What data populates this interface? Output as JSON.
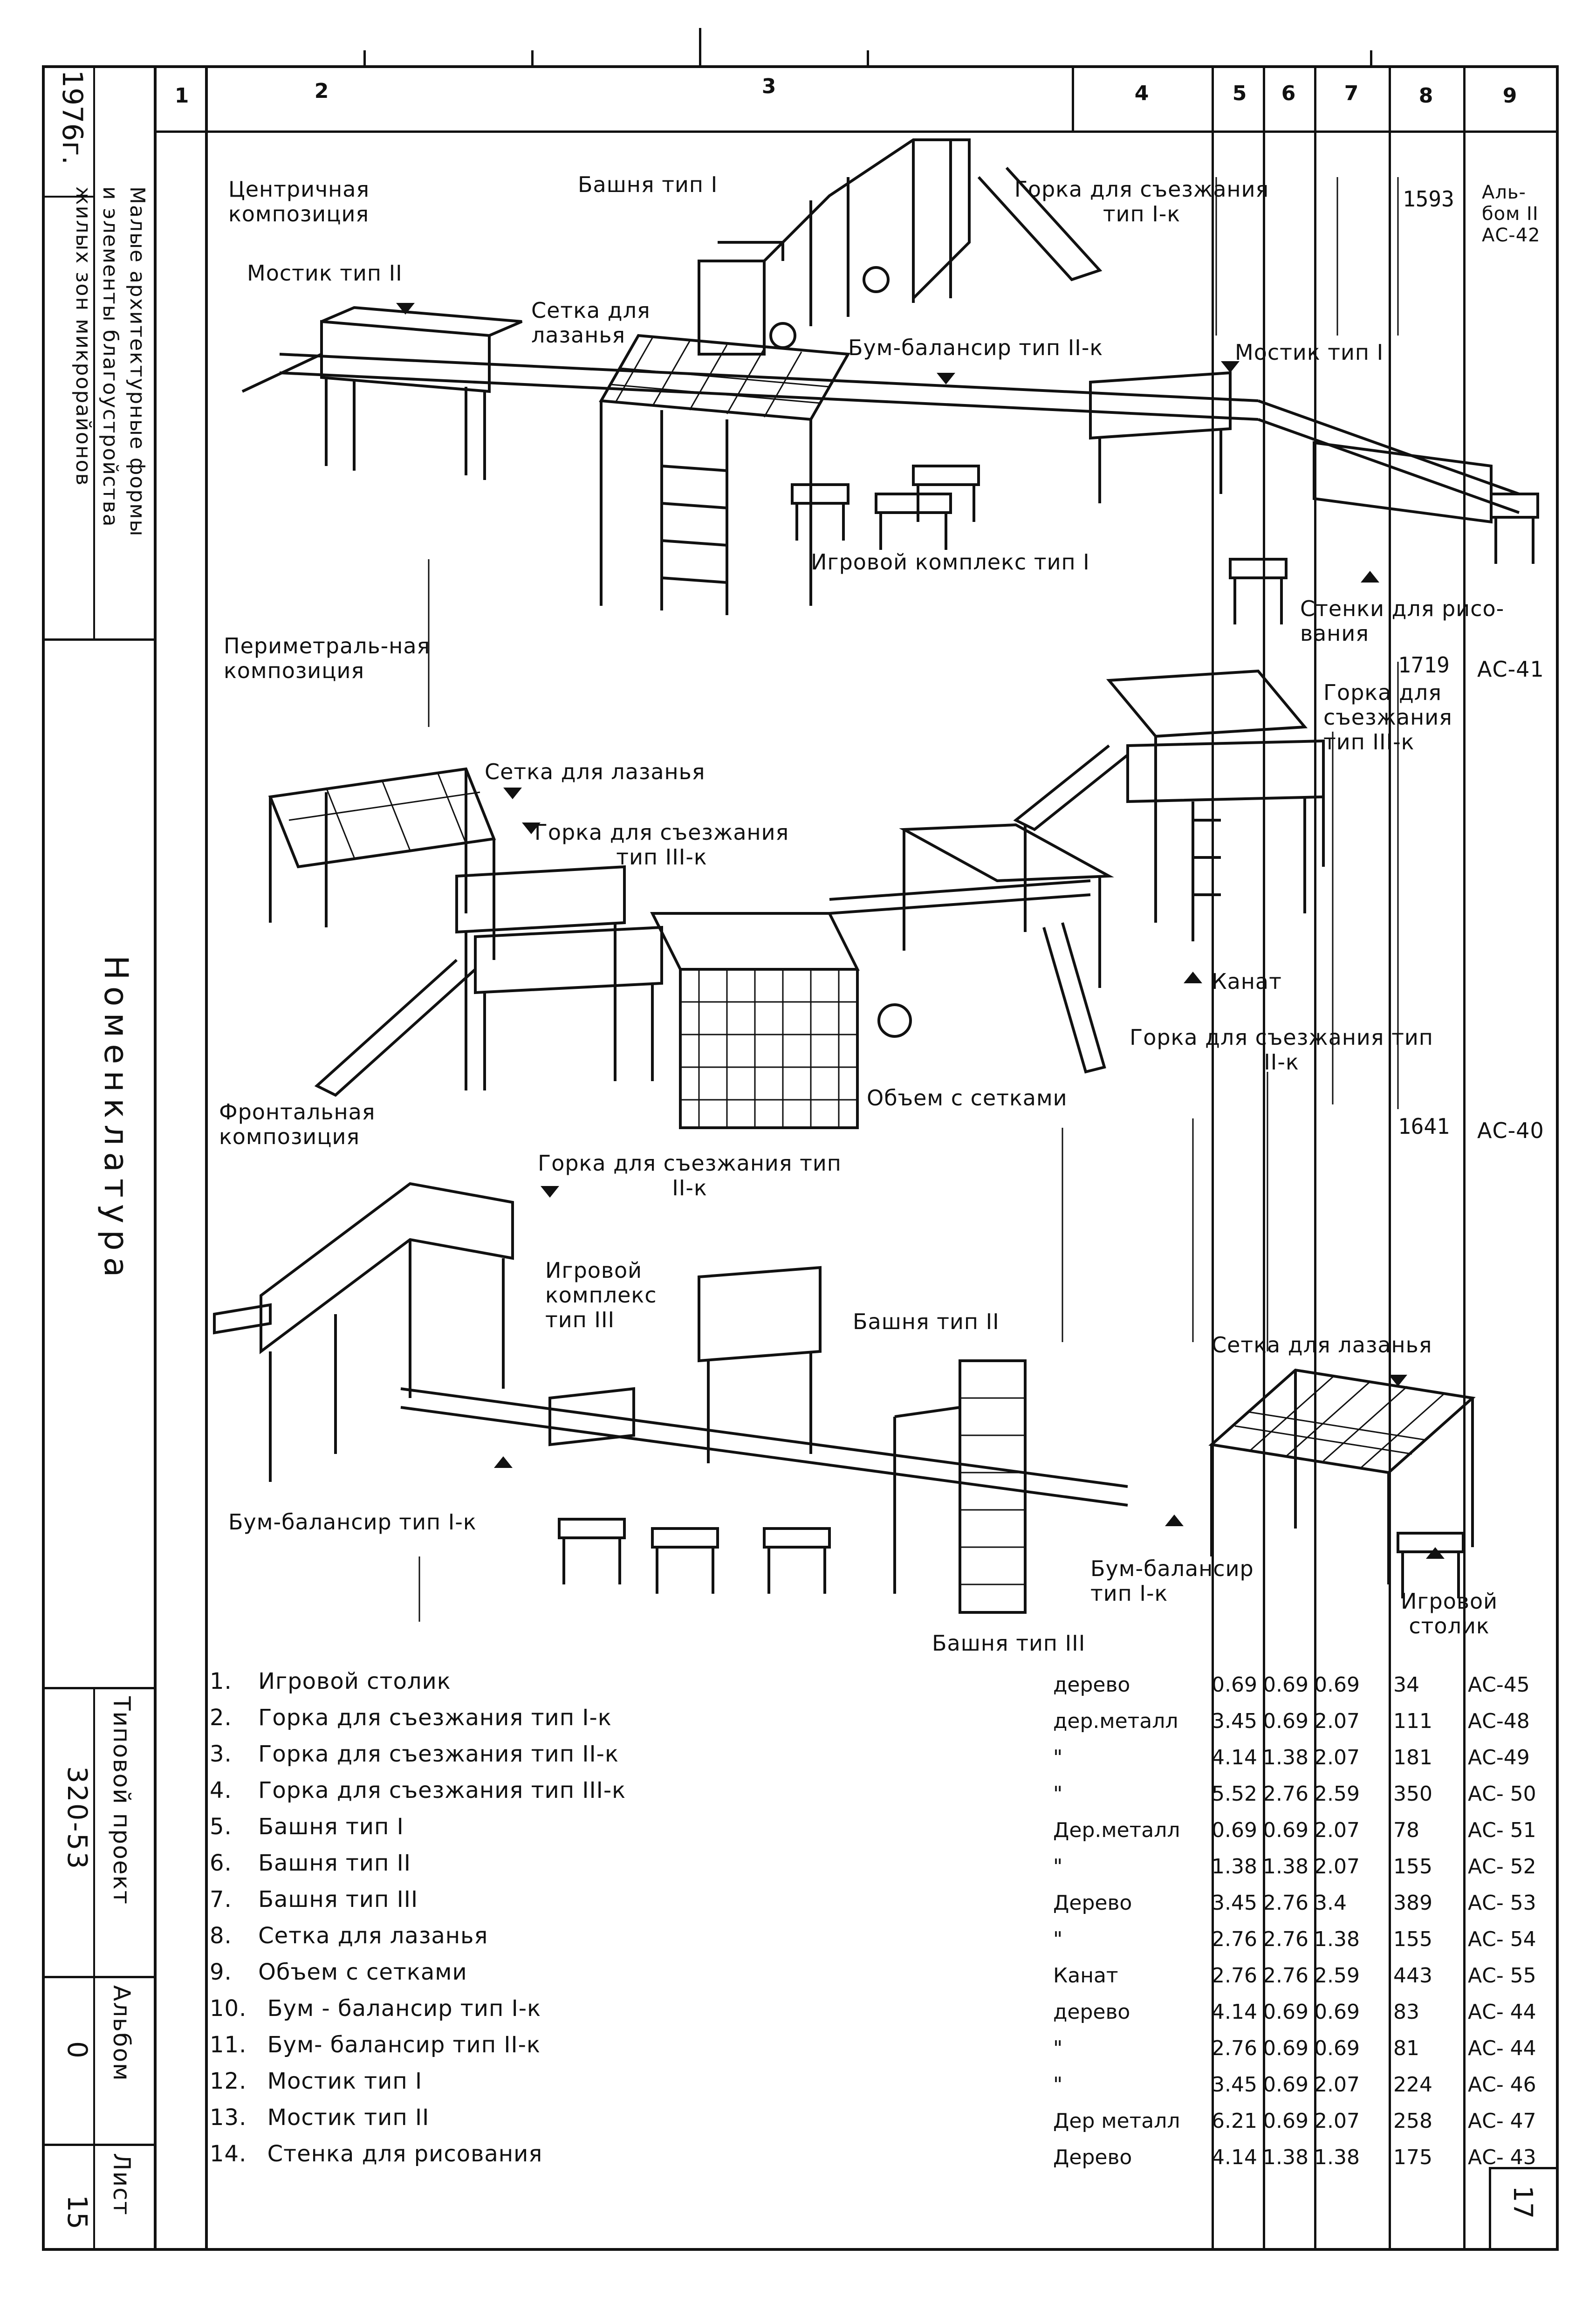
{
  "header": {
    "columns": [
      "1",
      "2",
      "3",
      "4",
      "5",
      "6",
      "7",
      "8",
      "9"
    ]
  },
  "sidebar": {
    "year": "1976г.",
    "title_lines": [
      "Малые архитектурные формы",
      "и элементы благоустройства",
      "жилых зон микрорайонов"
    ],
    "section": "Номенклатура",
    "project_label": "Типовой проект",
    "project_number": "320-53",
    "album_label": "Альбом",
    "album_value": "0",
    "sheet_label": "Лист",
    "sheet_value": "15"
  },
  "compositions": [
    {
      "label": "Центричная композиция",
      "col8": "1593",
      "col9": "Аль-бом II АС-42",
      "annotations": [
        "Башня тип I",
        "Горка для съезжания тип I-к",
        "Мостик тип II",
        "Сетка для лазанья",
        "Бум-балансир тип II-к",
        "Мостик тип I",
        "Игровой комплекс тип I",
        "Стенки для рисо-вания"
      ]
    },
    {
      "label": "Периметраль-ная композиция",
      "col8": "1719",
      "col9": "АС-41",
      "annotations": [
        "Сетка для лазанья",
        "Горка для съезжания тип III-к",
        "Горка для съезжания тип III-к",
        "Канат",
        "Горка для съезжания тип II-к",
        "Объем с сетками"
      ]
    },
    {
      "label": "Фронтальная композиция",
      "col8": "1641",
      "col9": "АС-40",
      "annotations": [
        "Горка для съезжания тип II-к",
        "Игровой комплекс тип III",
        "Башня тип II",
        "Сетка для лазанья",
        "Бум-балансир тип I-к",
        "Бум-балансир тип I-к",
        "Игровой столик",
        "Башня тип III"
      ]
    }
  ],
  "legend": [
    {
      "n": "1.",
      "name": "Игровой столик",
      "material": "дерево",
      "c5": "0.69",
      "c6": "0.69",
      "c7": "0.69",
      "c8": "34",
      "c9": "АС-45"
    },
    {
      "n": "2.",
      "name": "Горка для съезжания  тип I-к",
      "material": "дер.металл",
      "c5": "3.45",
      "c6": "0.69",
      "c7": "2.07",
      "c8": "111",
      "c9": "АС-48"
    },
    {
      "n": "3.",
      "name": "Горка для съезжания  тип II-к",
      "material": "\"",
      "c5": "4.14",
      "c6": "1.38",
      "c7": "2.07",
      "c8": "181",
      "c9": "АС-49"
    },
    {
      "n": "4.",
      "name": "Горка для съезжания  тип III-к",
      "material": "\"",
      "c5": "5.52",
      "c6": "2.76",
      "c7": "2.59",
      "c8": "350",
      "c9": "АС- 50"
    },
    {
      "n": "5.",
      "name": "Башня тип I",
      "material": "Дер.металл",
      "c5": "0.69",
      "c6": "0.69",
      "c7": "2.07",
      "c8": "78",
      "c9": "АС- 51"
    },
    {
      "n": "6.",
      "name": "Башня тип II",
      "material": "\"",
      "c5": "1.38",
      "c6": "1.38",
      "c7": "2.07",
      "c8": "155",
      "c9": "АС- 52"
    },
    {
      "n": "7.",
      "name": "Башня тип III",
      "material": "Дерево",
      "c5": "3.45",
      "c6": "2.76",
      "c7": "3.4",
      "c8": "389",
      "c9": "АС- 53"
    },
    {
      "n": "8.",
      "name": "Сетка для лазанья",
      "material": "\"",
      "c5": "2.76",
      "c6": "2.76",
      "c7": "1.38",
      "c8": "155",
      "c9": "АС- 54"
    },
    {
      "n": "9.",
      "name": "Объем с сетками",
      "material": "Канат",
      "c5": "2.76",
      "c6": "2.76",
      "c7": "2.59",
      "c8": "443",
      "c9": "АС- 55"
    },
    {
      "n": "10.",
      "name": "Бум - балансир  тип I-к",
      "material": "дерево",
      "c5": "4.14",
      "c6": "0.69",
      "c7": "0.69",
      "c8": "83",
      "c9": "АС- 44"
    },
    {
      "n": "11.",
      "name": "Бум- балансир  тип II-к",
      "material": "\"",
      "c5": "2.76",
      "c6": "0.69",
      "c7": "0.69",
      "c8": "81",
      "c9": "АС- 44"
    },
    {
      "n": "12.",
      "name": "Мостик  тип I",
      "material": "\"",
      "c5": "3.45",
      "c6": "0.69",
      "c7": "2.07",
      "c8": "224",
      "c9": "АС- 46"
    },
    {
      "n": "13.",
      "name": "Мостик  тип II",
      "material": "Дер металл",
      "c5": "6.21",
      "c6": "0.69",
      "c7": "2.07",
      "c8": "258",
      "c9": "АС- 47"
    },
    {
      "n": "14.",
      "name": "Стенка для рисования",
      "material": "Дерево",
      "c5": "4.14",
      "c6": "1.38",
      "c7": "1.38",
      "c8": "175",
      "c9": "АС- 43"
    }
  ],
  "page_number": "17"
}
